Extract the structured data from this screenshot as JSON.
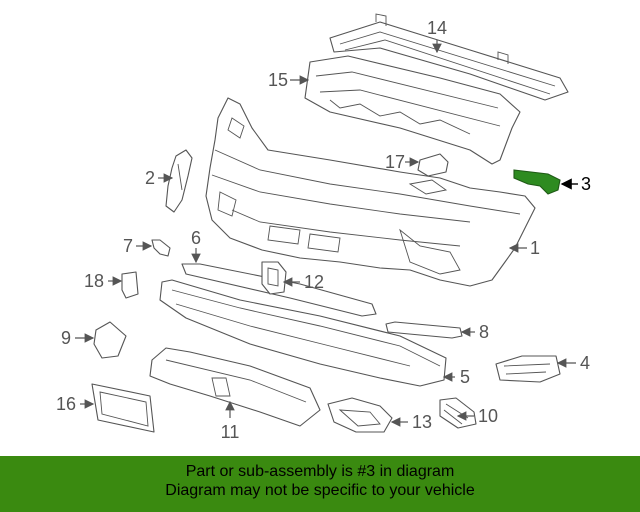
{
  "diagram": {
    "highlighted_part": "3",
    "callouts": [
      "1",
      "2",
      "3",
      "4",
      "5",
      "6",
      "7",
      "8",
      "9",
      "10",
      "11",
      "12",
      "13",
      "14",
      "15",
      "16",
      "17",
      "18"
    ]
  },
  "banner": {
    "line1": "Part or sub-assembly is #3 in diagram",
    "line2": "Diagram may not be specific to your vehicle",
    "color": "#3a8a10"
  },
  "colors": {
    "line": "#555555",
    "highlight": "#2e8b20"
  }
}
